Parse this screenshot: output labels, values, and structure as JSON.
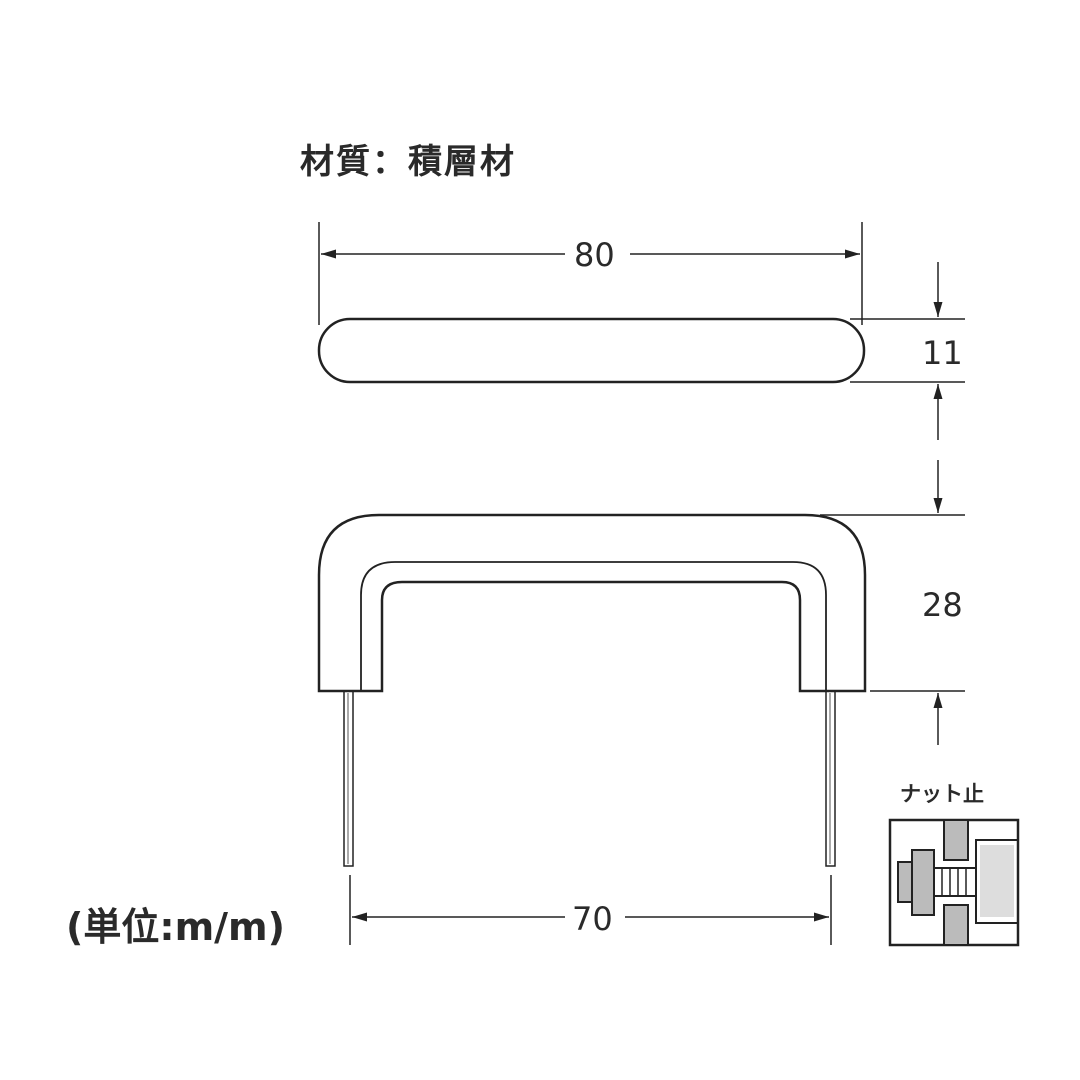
{
  "material_label": "材質：積層材",
  "dimensions": {
    "overall_length": "80",
    "thickness": "11",
    "height": "28",
    "pitch": "70"
  },
  "nut_detail_label": "ナット止",
  "unit_label": "(単位:m/m)"
}
